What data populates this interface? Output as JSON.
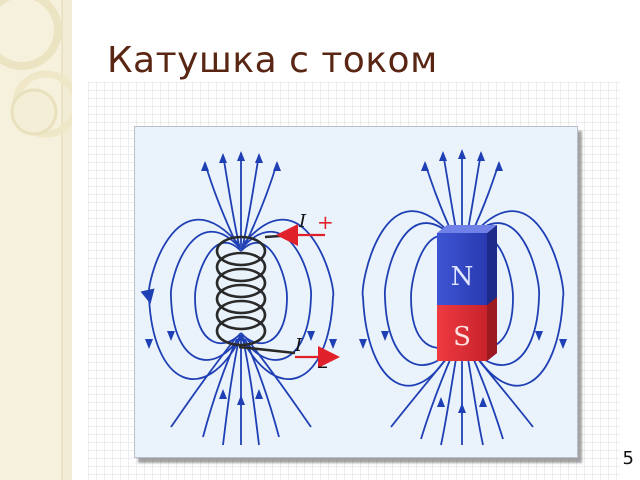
{
  "slide": {
    "title": "Катушка с током",
    "page_number": "5"
  },
  "figure": {
    "coil": {
      "current_label_top": "I",
      "plus_sign": "+",
      "current_label_bottom": "I",
      "minus_sign": "–"
    },
    "magnet": {
      "north_label": "N",
      "south_label": "S"
    },
    "colors": {
      "field_lines": "#1f3fb4",
      "north": "#3548c8",
      "south": "#e0313a",
      "current_arrow": "#e0202a",
      "coil_wire": "#2a2a2a"
    }
  }
}
